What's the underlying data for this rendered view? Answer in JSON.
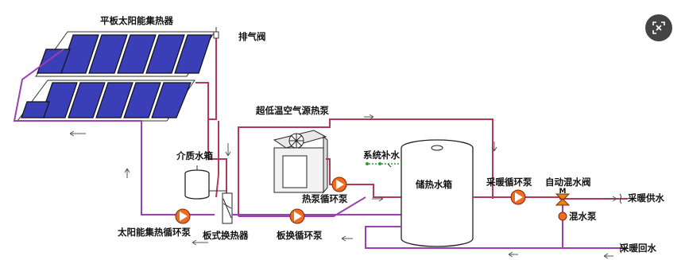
{
  "labels": {
    "collector": "平板太阳能集热器",
    "vent_valve": "排气阀",
    "heat_pump": "超低温空气源热泵",
    "medium_tank": "介质水箱",
    "makeup_water": "系统补水",
    "storage_tank": "储热水箱",
    "heating_pump": "采暖循环泵",
    "auto_mix_valve": "自动混水阀",
    "heating_supply": "采暖供水",
    "heat_pump_circ": "热泵循环泵",
    "mix_pump": "混水泵",
    "solar_circ_pump": "太阳能集热循环泵",
    "plate_exchanger": "板式换热器",
    "plate_circ_pump": "板换循环泵",
    "heating_return": "采暖回水",
    "valve_mark": "M"
  },
  "icons": {
    "visual_search": "lens-icon",
    "pump": "pump-icon",
    "fan": "fan-icon"
  },
  "colors": {
    "collector_panel": "#3a3fb7",
    "pump": "#f06a1f",
    "supply_pipe": "#b23a55",
    "return_pipe": "#9b3fb3",
    "makeup_water": "#2e9b3a",
    "valve": "#e0861a"
  }
}
